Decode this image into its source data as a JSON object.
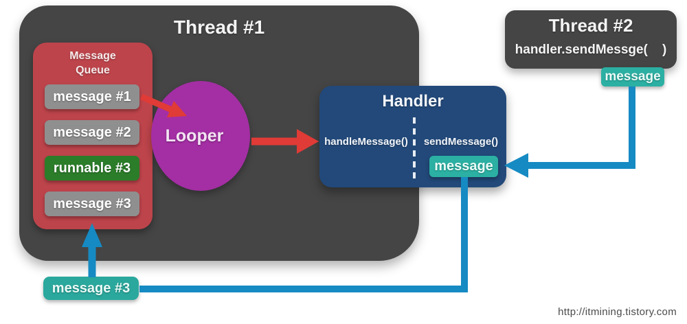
{
  "colors": {
    "thread_box": "#454545",
    "queue_box": "#bd444b",
    "message_item": "#8f8f8f",
    "runnable_item": "#2c7d2a",
    "looper_circle": "#a42ea4",
    "handler_box": "#22497a",
    "message_badge": "#2bb0a3",
    "red_arrow": "#e03b36",
    "blue_arrow": "#168ac2"
  },
  "thread1": {
    "title": "Thread #1"
  },
  "message_queue": {
    "title": "Message Queue",
    "items": [
      {
        "label": "message #1",
        "type": "message"
      },
      {
        "label": "message #2",
        "type": "message"
      },
      {
        "label": "runnable #3",
        "type": "runnable"
      },
      {
        "label": "message #3",
        "type": "message"
      }
    ]
  },
  "looper": {
    "label": "Looper"
  },
  "handler": {
    "title": "Handler",
    "left_method": "handleMessage()",
    "right_method": "sendMessage()",
    "badge": "message"
  },
  "thread2": {
    "title": "Thread #2",
    "code": "handler.sendMessge(    )",
    "badge": "message"
  },
  "external_message": {
    "label": "message #3"
  },
  "footer": {
    "url": "http://itmining.tistory.com"
  }
}
